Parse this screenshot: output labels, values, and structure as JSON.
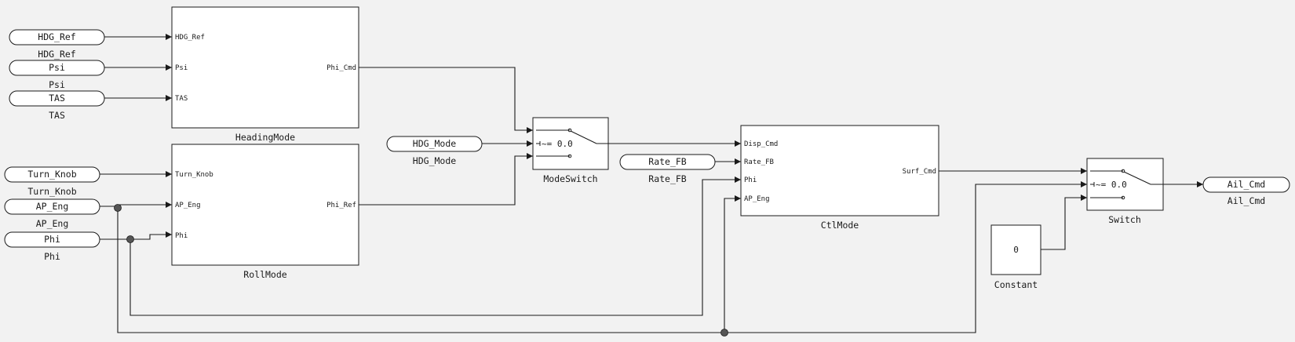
{
  "inports": {
    "hdg_ref": "HDG_Ref",
    "psi": "Psi",
    "tas": "TAS",
    "turn_knob": "Turn_Knob",
    "ap_eng": "AP_Eng",
    "phi": "Phi",
    "hdg_mode": "HDG_Mode",
    "rate_fb": "Rate_FB"
  },
  "outports": {
    "ail_cmd": "Ail_Cmd"
  },
  "blocks": {
    "heading_mode": {
      "name": "HeadingMode",
      "in_ports": [
        "HDG_Ref",
        "Psi",
        "TAS"
      ],
      "out_port": "Phi_Cmd"
    },
    "roll_mode": {
      "name": "RollMode",
      "in_ports": [
        "Turn_Knob",
        "AP_Eng",
        "Phi"
      ],
      "out_port": "Phi_Ref"
    },
    "ctl_mode": {
      "name": "CtlMode",
      "in_ports": [
        "Disp_Cmd",
        "Rate_FB",
        "Phi",
        "AP_Eng"
      ],
      "out_port": "Surf_Cmd"
    },
    "mode_switch": {
      "name": "ModeSwitch",
      "criteria": "~= 0.0"
    },
    "switch": {
      "name": "Switch",
      "criteria": "~= 0.0"
    },
    "constant": {
      "name": "Constant",
      "value": "0"
    }
  },
  "colors": {
    "background": "#f2f2f2",
    "line": "#1a1a1a",
    "block_fill": "#ffffff"
  }
}
